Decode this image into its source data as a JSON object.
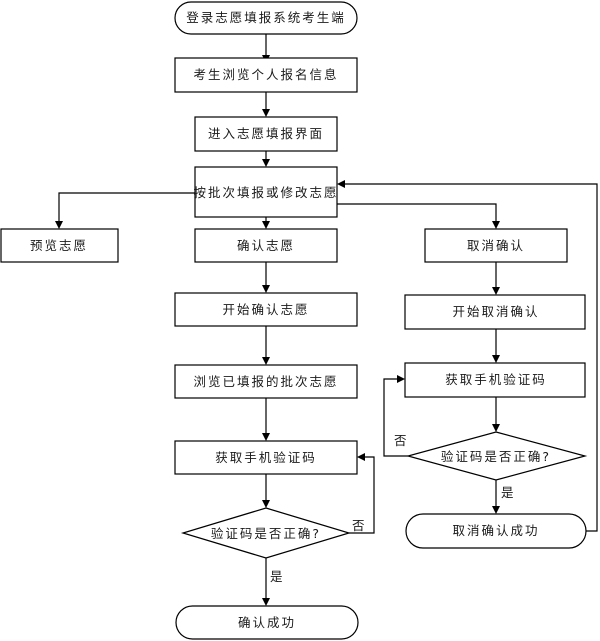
{
  "diagram": {
    "type": "flowchart",
    "nodes": {
      "start": {
        "label": "登录志愿填报系统考生端",
        "shape": "terminator"
      },
      "browse_info": {
        "label": "考生浏览个人报名信息",
        "shape": "process"
      },
      "enter_ui": {
        "label": "进入志愿填报界面",
        "shape": "process"
      },
      "fill_modify": {
        "label": "按批次填报或修改志愿",
        "shape": "process"
      },
      "preview": {
        "label": "预览志愿",
        "shape": "process"
      },
      "confirm": {
        "label": "确认志愿",
        "shape": "process"
      },
      "start_confirm": {
        "label": "开始确认志愿",
        "shape": "process"
      },
      "browse_filled": {
        "label": "浏览已填报的批次志愿",
        "shape": "process"
      },
      "get_code_left": {
        "label": "获取手机验证码",
        "shape": "process"
      },
      "check_left": {
        "label": "验证码是否正确?",
        "shape": "decision"
      },
      "confirm_ok": {
        "label": "确认成功",
        "shape": "terminator"
      },
      "cancel": {
        "label": "取消确认",
        "shape": "process"
      },
      "start_cancel": {
        "label": "开始取消确认",
        "shape": "process"
      },
      "get_code_right": {
        "label": "获取手机验证码",
        "shape": "process"
      },
      "check_right": {
        "label": "验证码是否正确?",
        "shape": "decision"
      },
      "cancel_ok": {
        "label": "取消确认成功",
        "shape": "terminator"
      }
    },
    "edge_labels": {
      "yes": "是",
      "no": "否"
    },
    "edges": [
      {
        "from": "start",
        "to": "browse_info"
      },
      {
        "from": "browse_info",
        "to": "enter_ui"
      },
      {
        "from": "enter_ui",
        "to": "fill_modify"
      },
      {
        "from": "fill_modify",
        "to": "preview"
      },
      {
        "from": "fill_modify",
        "to": "confirm"
      },
      {
        "from": "fill_modify",
        "to": "cancel"
      },
      {
        "from": "confirm",
        "to": "start_confirm"
      },
      {
        "from": "start_confirm",
        "to": "browse_filled"
      },
      {
        "from": "browse_filled",
        "to": "get_code_left"
      },
      {
        "from": "get_code_left",
        "to": "check_left"
      },
      {
        "from": "check_left",
        "to": "confirm_ok",
        "label": "是"
      },
      {
        "from": "check_left",
        "to": "get_code_left",
        "label": "否"
      },
      {
        "from": "cancel",
        "to": "start_cancel"
      },
      {
        "from": "start_cancel",
        "to": "get_code_right"
      },
      {
        "from": "get_code_right",
        "to": "check_right"
      },
      {
        "from": "check_right",
        "to": "cancel_ok",
        "label": "是"
      },
      {
        "from": "check_right",
        "to": "get_code_right",
        "label": "否"
      },
      {
        "from": "cancel_ok",
        "to": "fill_modify"
      }
    ]
  }
}
